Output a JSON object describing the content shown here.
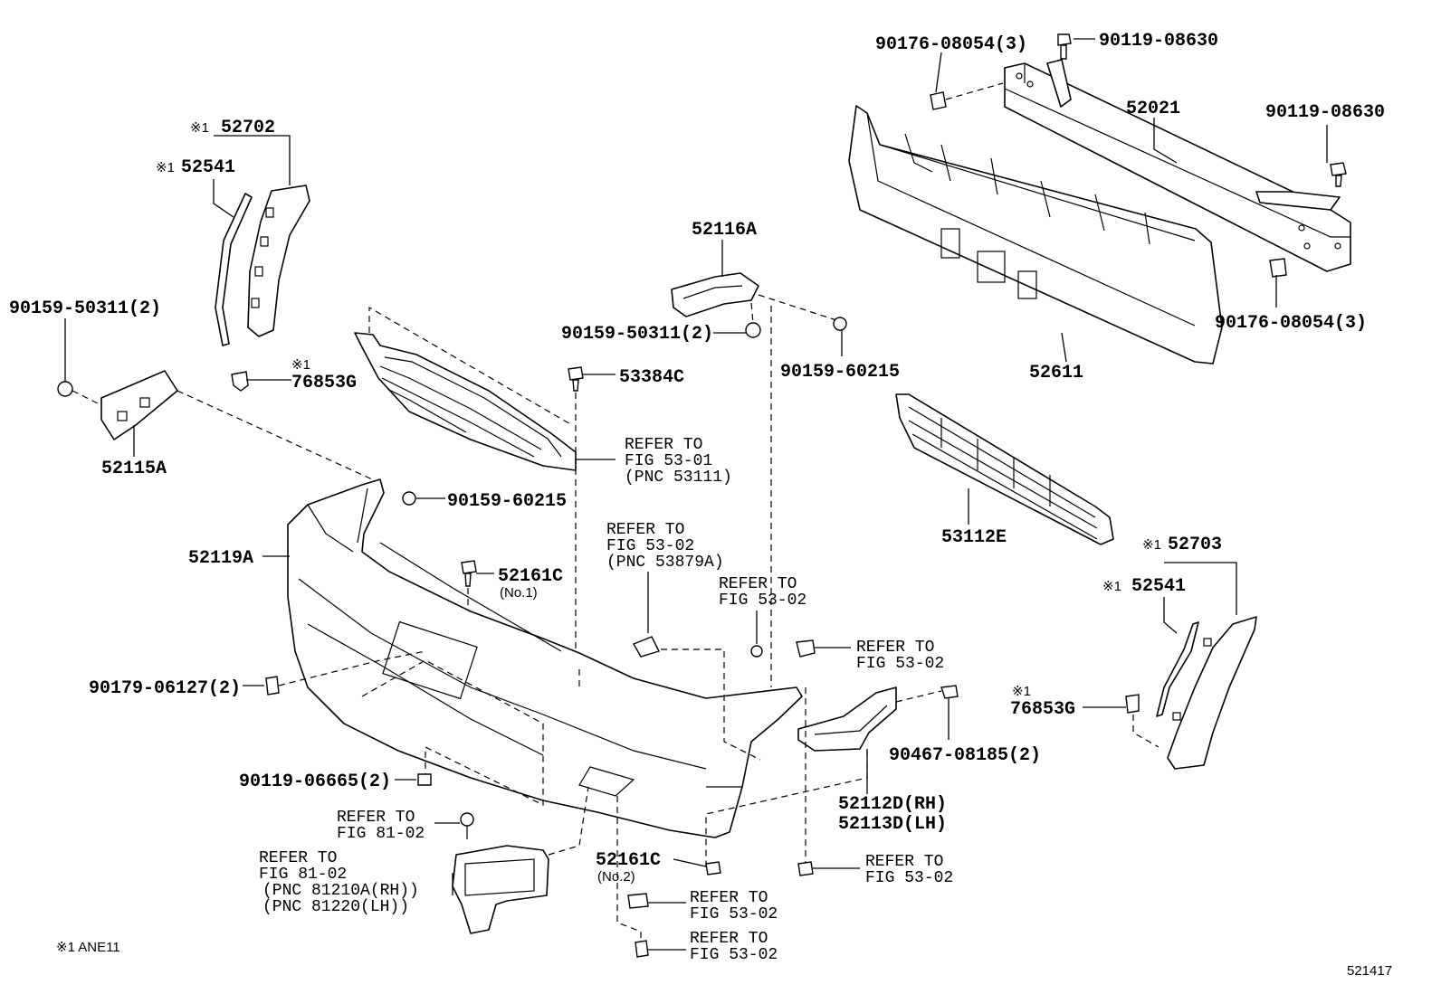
{
  "labels": {
    "p90176_08054_top": "90176-08054(3)",
    "p90119_08630_top": "90119-08630",
    "p52021": "52021",
    "p90119_08630_right": "90119-08630",
    "p90176_08054_right": "90176-08054(3)",
    "p52611": "52611",
    "p52702": "52702",
    "p52541_top": "52541",
    "p90159_50311_left": "90159-50311(2)",
    "p76853g_top": "76853G",
    "p52115a": "52115A",
    "p52116a": "52116A",
    "p90159_50311_mid": "90159-50311(2)",
    "p90159_60215_mid": "90159-60215",
    "p53384c": "53384C",
    "ref_53_01_line1": "REFER TO",
    "ref_53_01_line2": "FIG 53-01",
    "ref_53_01_line3": "(PNC 53111)",
    "p90159_60215_left": "90159-60215",
    "p53112e": "53112E",
    "p52119a": "52119A",
    "p52161c_1": "52161C",
    "p52161c_1_note": "(No.1)",
    "ref_53879_line1": "REFER TO",
    "ref_53879_line2": "FIG 53-02",
    "ref_53879_line3": "(PNC 53879A)",
    "ref_a_line1": "REFER TO",
    "ref_a_line2": "FIG 53-02",
    "p52703": "52703",
    "p52541_right": "52541",
    "ref_b_line1": "REFER TO",
    "ref_b_line2": "FIG 53-02",
    "p90179_06127": "90179-06127(2)",
    "p76853g_right": "76853G",
    "p90467_08185": "90467-08185(2)",
    "p90119_06665": "90119-06665(2)",
    "p52112d": "52112D(RH)",
    "p52113d": "52113D(LH)",
    "ref_81_02_a_line1": "REFER TO",
    "ref_81_02_a_line2": "FIG 81-02",
    "ref_81_02_b_line1": "REFER TO",
    "ref_81_02_b_line2": "FIG 81-02",
    "ref_81_02_b_line3": "(PNC 81210A(RH))",
    "ref_81_02_b_line4": "(PNC 81220(LH))",
    "p52161c_2": "52161C",
    "p52161c_2_note": "(No.2)",
    "ref_c_line1": "REFER TO",
    "ref_c_line2": "FIG 53-02",
    "ref_d_line1": "REFER TO",
    "ref_d_line2": "FIG 53-02",
    "ref_e_line1": "REFER TO",
    "ref_e_line2": "FIG 53-02",
    "mark": "※1",
    "footnote": "※1 ANE11",
    "diagram_number": "521417"
  }
}
